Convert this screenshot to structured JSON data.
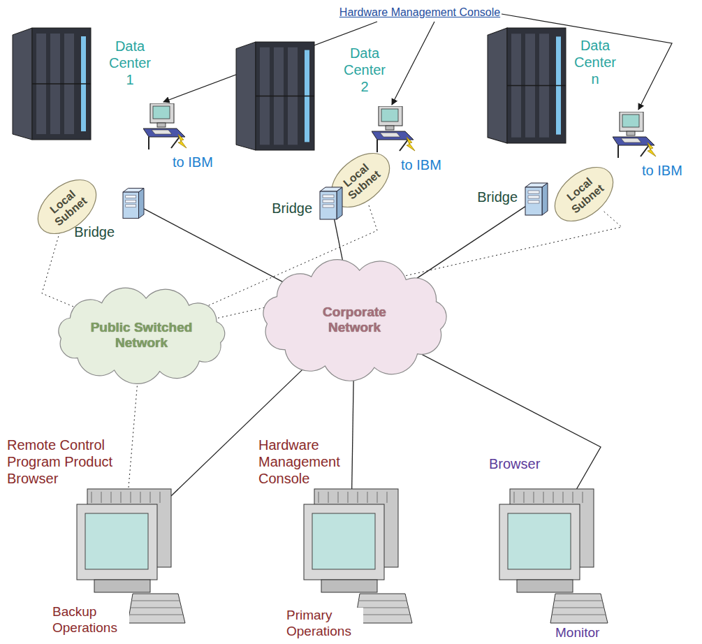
{
  "diagram": {
    "nodes": [
      {
        "text": [
          "Data Center 1"
        ]
      },
      {
        "text": [
          "Local Subnet"
        ]
      },
      {
        "text": [
          "Bridge"
        ]
      },
      {
        "text": [
          "Data Center 2"
        ]
      },
      {
        "text": [
          "Local Subnet"
        ]
      },
      {
        "text": [
          "Bridge"
        ]
      },
      {
        "text": [
          "Data Center n"
        ]
      },
      {
        "text": [
          "Local Subnet"
        ]
      },
      {
        "text": [
          "Bridge"
        ]
      },
      {
        "text": [
          "Public Switched Network"
        ]
      },
      {
        "text": [
          "Corporate Network"
        ]
      },
      {
        "text": [
          "Remote Control Program Product Browser",
          "Backup Operations"
        ]
      },
      {
        "text": [
          "Hardware Management Console",
          "Primary Operations"
        ]
      },
      {
        "text": [
          "Browser",
          "Monitor"
        ]
      }
    ],
    "edges": [
      {
        "from": 2,
        "to": 10,
        "arrow": "none"
      },
      {
        "from": 5,
        "to": 10,
        "arrow": "none"
      },
      {
        "from": 8,
        "to": 10,
        "arrow": "none"
      },
      {
        "from": 10,
        "to": 11,
        "arrow": "none"
      },
      {
        "from": 10,
        "to": 12,
        "arrow": "none"
      },
      {
        "from": 10,
        "to": 13,
        "arrow": "none"
      },
      {
        "from": 1,
        "to": 9,
        "arrow": "none"
      },
      {
        "from": 4,
        "to": 9,
        "arrow": "none"
      },
      {
        "from": 7,
        "to": 9,
        "arrow": "none"
      },
      {
        "from": 9,
        "to": 11,
        "arrow": "none"
      }
    ],
    "labels": [
      "Hardware Management Console",
      "to IBM",
      "to IBM",
      "to IBM"
    ]
  }
}
